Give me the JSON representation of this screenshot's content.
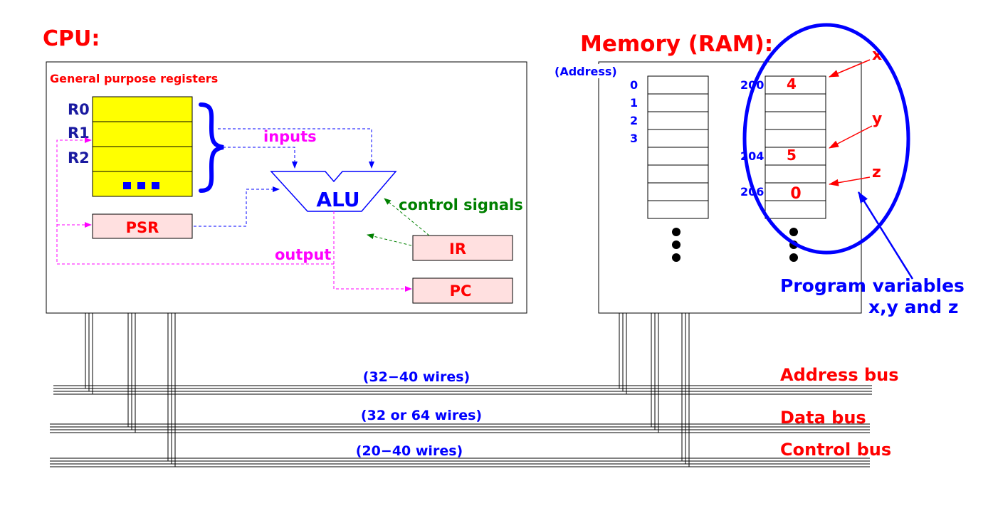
{
  "cpu": {
    "title": "CPU:",
    "registers_label": "General purpose registers",
    "registers": [
      "R0",
      "R1",
      "R2"
    ],
    "registers_more": "...",
    "psr_label": "PSR",
    "alu_label": "ALU",
    "ir_label": "IR",
    "pc_label": "PC",
    "inputs_label": "inputs",
    "output_label": "output",
    "control_signals_label": "control signals"
  },
  "memory": {
    "title": "Memory (RAM):",
    "address_label": "(Address)",
    "left_addresses": [
      "0",
      "1",
      "2",
      "3"
    ],
    "right_addresses": [
      "200",
      "204",
      "206"
    ],
    "values": [
      "4",
      "5",
      "0"
    ],
    "var_labels": [
      "x",
      "y",
      "z"
    ],
    "annotation_line1": "Program variables",
    "annotation_line2": "x,y and z"
  },
  "buses": [
    {
      "wires": "(32−40 wires)",
      "name": "Address bus"
    },
    {
      "wires": "(32 or 64 wires)",
      "name": "Data bus"
    },
    {
      "wires": "(20−40 wires)",
      "name": "Control bus"
    }
  ],
  "colors": {
    "title_red": "#ff0000",
    "register_yellow": "#ffff00",
    "box_pink": "#ffe0e0",
    "blue": "#0000ff",
    "magenta": "#ff00ff",
    "green": "#008000"
  }
}
